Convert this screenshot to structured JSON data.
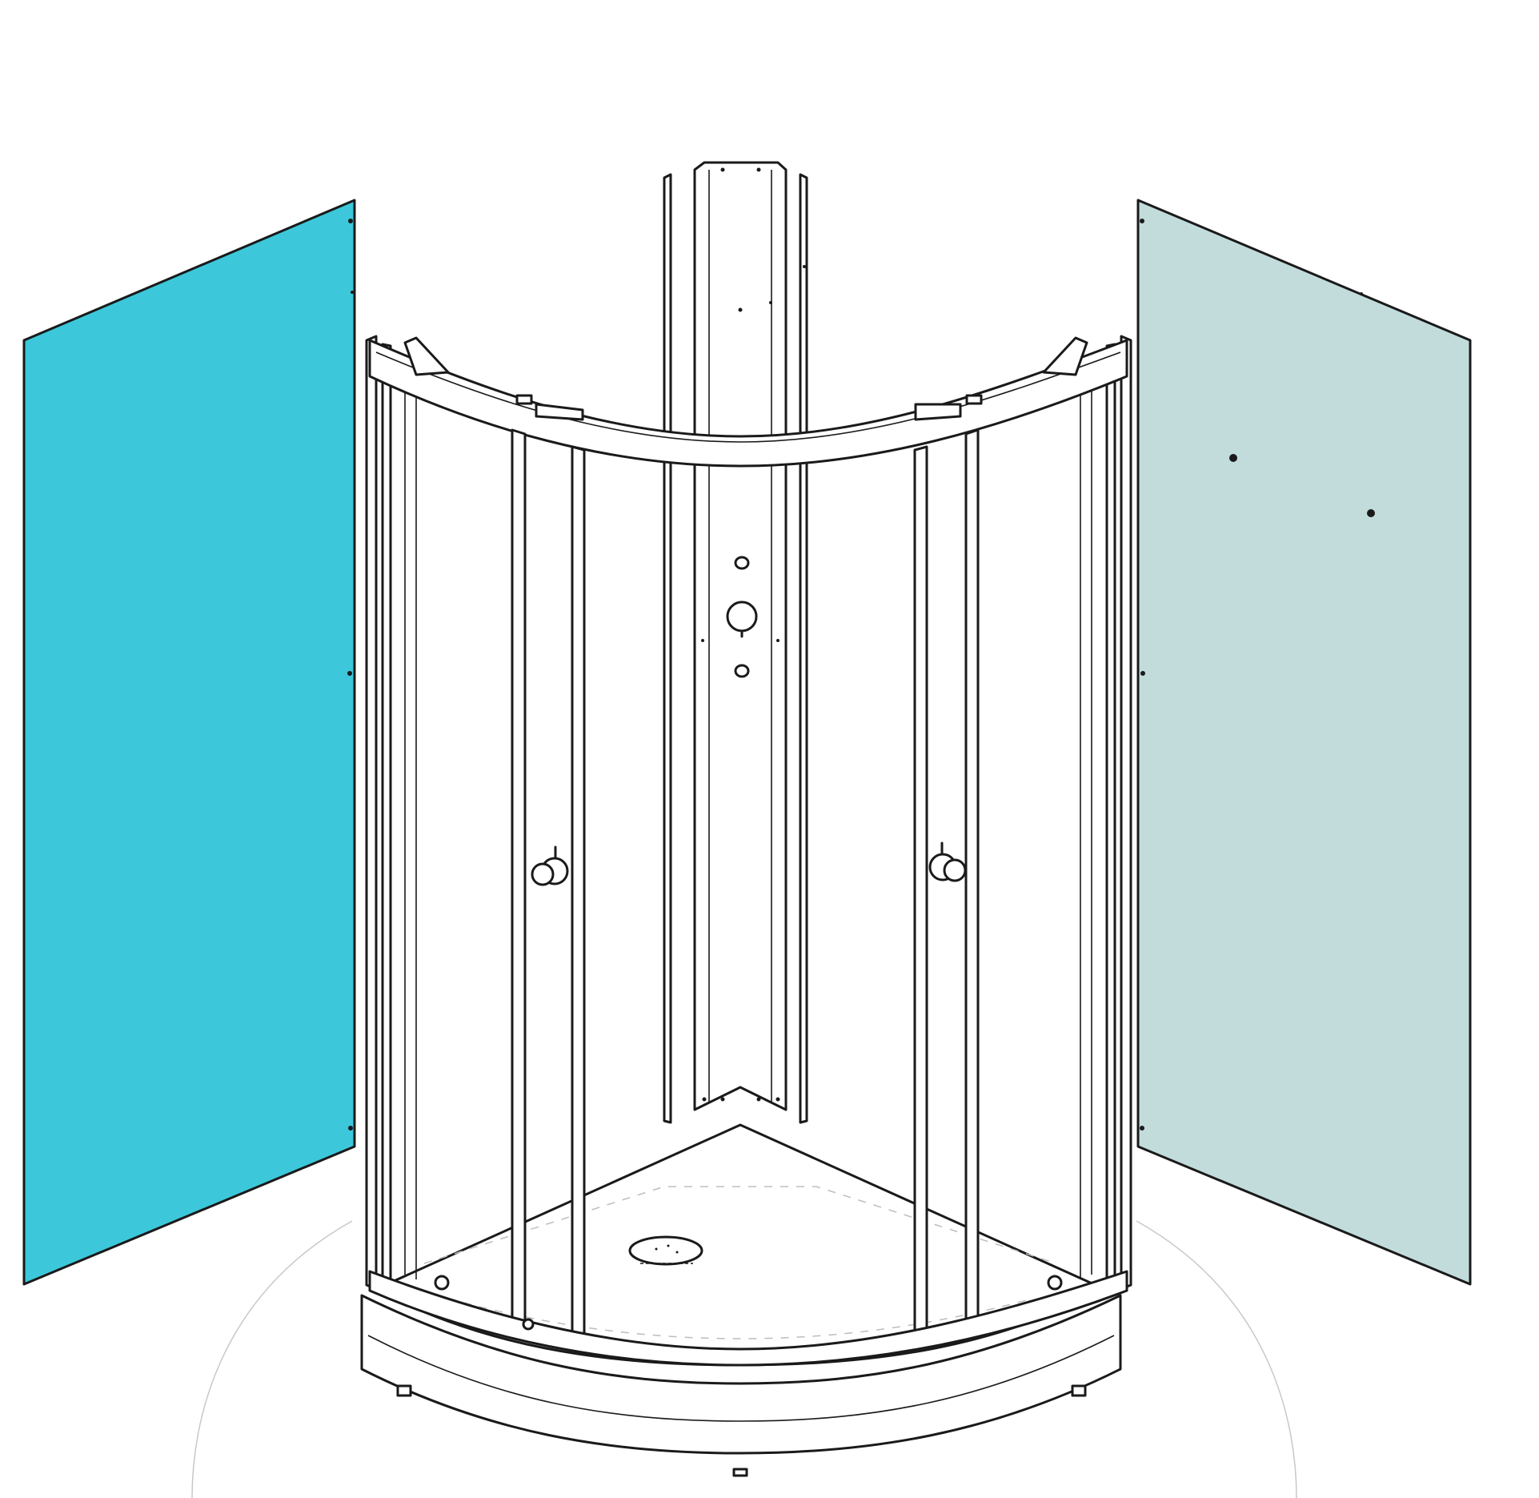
{
  "diagram": {
    "subject": "shower-cabin-exploded-view",
    "colors": {
      "background": "#ffffff",
      "line": "#1a1a1a",
      "panel_left": "#3cc8da",
      "panel_right": "#c2dcdc",
      "floor_guide": "#c8c8c8"
    },
    "parts": [
      {
        "id": "left-wall-panel",
        "color": "#3cc8da"
      },
      {
        "id": "right-wall-panel",
        "color": "#c2dcdc"
      },
      {
        "id": "corner-column"
      },
      {
        "id": "curved-sliding-door-frame"
      },
      {
        "id": "shower-tray"
      },
      {
        "id": "drain"
      },
      {
        "id": "door-knob-left"
      },
      {
        "id": "door-knob-right"
      }
    ]
  }
}
